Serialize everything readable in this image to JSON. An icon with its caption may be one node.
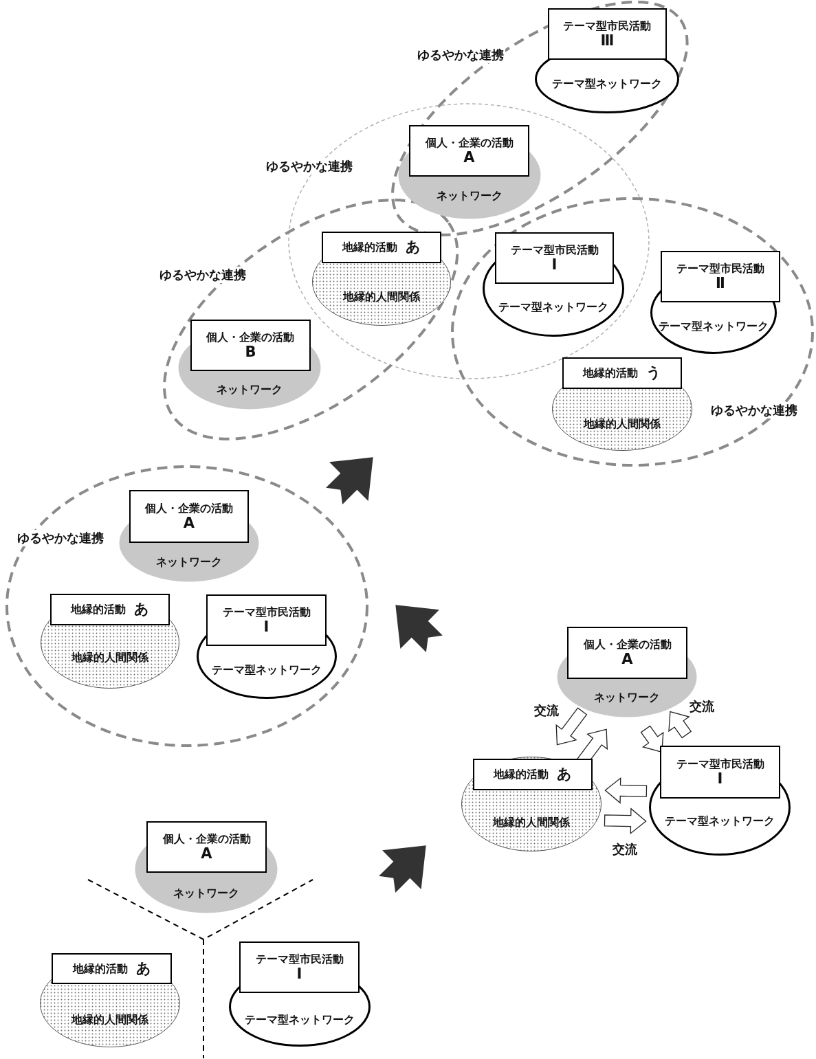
{
  "diagram": {
    "nodes": [
      {
        "text": [
          "ゆるやかな連携"
        ]
      },
      {
        "text": [
          "テーマ型市民活動",
          "Ⅲ",
          "テーマ型ネットワーク"
        ],
        "in": 0
      },
      {
        "text": [
          "ゆるやかな連携"
        ]
      },
      {
        "text": [
          "個人・企業の活動",
          "A",
          "ネットワーク"
        ]
      },
      {
        "text": [
          "ゆるやかな連携"
        ]
      },
      {
        "text": [
          "地縁的活動",
          "あ",
          "地縁的人間関係"
        ]
      },
      {
        "text": [
          "テーマ型市民活動",
          "Ⅰ",
          "テーマ型ネットワーク"
        ]
      },
      {
        "text": [
          "ゆるやかな連携"
        ]
      },
      {
        "text": [
          "テーマ型市民活動",
          "Ⅱ",
          "テーマ型ネットワーク"
        ],
        "in": 7
      },
      {
        "text": [
          "個人・企業の活動",
          "B",
          "ネットワーク"
        ],
        "in": 4
      },
      {
        "text": [
          "地縁的活動",
          "う",
          "地縁的人間関係"
        ],
        "in": 7
      },
      {
        "text": [
          "ゆるやかな連携"
        ]
      },
      {
        "text": [
          "個人・企業の活動",
          "A",
          "ネットワーク"
        ],
        "in": 11
      },
      {
        "text": [
          "地縁的活動",
          "あ",
          "地縁的人間関係"
        ],
        "in": 11
      },
      {
        "text": [
          "テーマ型市民活動",
          "Ⅰ",
          "テーマ型ネットワーク"
        ],
        "in": 11
      },
      {
        "text": [
          "個人・企業の活動",
          "A",
          "ネットワーク"
        ]
      },
      {
        "text": [
          "地縁的活動",
          "あ",
          "地縁的人間関係"
        ]
      },
      {
        "text": [
          "テーマ型市民活動",
          "Ⅰ",
          "テーマ型ネットワーク"
        ]
      },
      {
        "text": [
          "個人・企業の活動",
          "A",
          "ネットワーク"
        ]
      },
      {
        "text": [
          "地縁的活動",
          "あ",
          "地縁的人間関係"
        ]
      },
      {
        "text": [
          "テーマ型市民活動",
          "Ⅰ",
          "テーマ型ネットワーク"
        ]
      }
    ],
    "edges": [
      {
        "from": 15,
        "to": 16,
        "arrow": "to",
        "label": "交流"
      },
      {
        "from": 16,
        "to": 15,
        "arrow": "to"
      },
      {
        "from": 15,
        "to": 17,
        "arrow": "to"
      },
      {
        "from": 17,
        "to": 15,
        "arrow": "to",
        "label": "交流"
      },
      {
        "from": 17,
        "to": 16,
        "arrow": "to"
      },
      {
        "from": 16,
        "to": 17,
        "arrow": "to",
        "label": "交流"
      }
    ]
  }
}
